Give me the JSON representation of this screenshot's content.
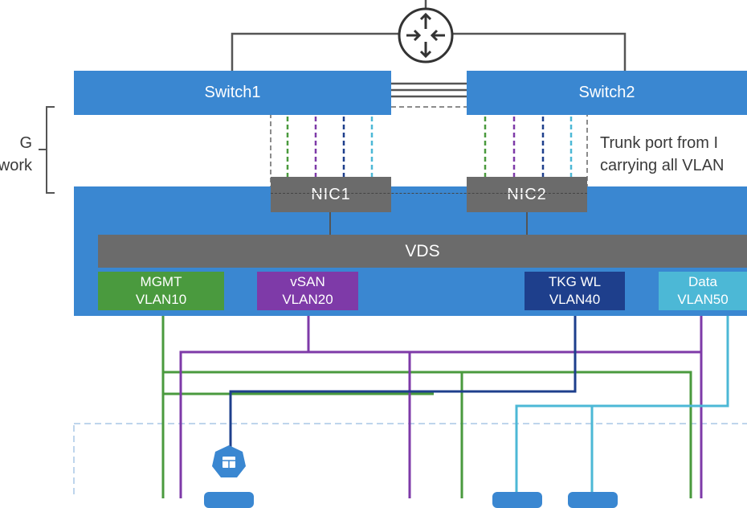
{
  "switches": [
    {
      "label": "Switch1"
    },
    {
      "label": "Switch2"
    }
  ],
  "nics": [
    {
      "label": "NIC1"
    },
    {
      "label": "NIC2"
    }
  ],
  "vds": {
    "label": "VDS"
  },
  "vlans": [
    {
      "name": "MGMT",
      "id": "VLAN10",
      "color": "#4a9a3e"
    },
    {
      "name": "vSAN",
      "id": "VLAN20",
      "color": "#7e3aa8"
    },
    {
      "name": "TKG WL",
      "id": "VLAN40",
      "color": "#1e3f8c"
    },
    {
      "name": "Data",
      "id": "VLAN50",
      "color": "#4cb8d6"
    }
  ],
  "annotations": {
    "left_line1": "G",
    "left_line2": "work",
    "trunk_line1": "Trunk port from I",
    "trunk_line2": "carrying all VLAN"
  },
  "icons": [
    "router-icon",
    "kubernetes-icon"
  ],
  "colors": {
    "switch_blue": "#3a87d1",
    "nic_gray": "#6b6b6b"
  }
}
